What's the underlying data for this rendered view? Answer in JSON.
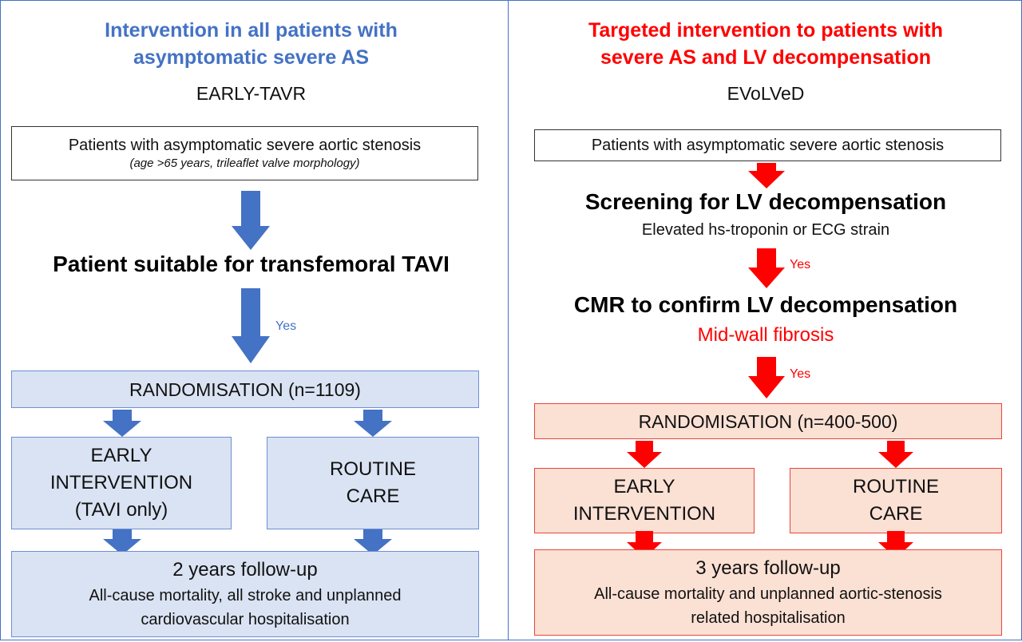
{
  "left": {
    "header": "Intervention in all patients with asymptomatic severe AS",
    "trial": "EARLY-TAVR",
    "population": "Patients with asymptomatic severe aortic stenosis",
    "population_note": "(age >65 years, trileaflet valve morphology)",
    "suitability": "Patient suitable for transfemoral TAVI",
    "yes": "Yes",
    "randomisation": "RANDOMISATION (n=1109)",
    "early_line1": "EARLY",
    "early_line2": "INTERVENTION",
    "early_line3": "(TAVI only)",
    "routine_line1": "ROUTINE",
    "routine_line2": "CARE",
    "followup_title": "2 years follow-up",
    "followup_line1": "All-cause mortality, all stroke and unplanned",
    "followup_line2": "cardiovascular hospitalisation",
    "color": "#4472c4"
  },
  "right": {
    "header": "Targeted intervention to patients with severe AS and LV decompensation",
    "trial": "EVoLVeD",
    "population": "Patients with asymptomatic severe aortic stenosis",
    "screening": "Screening for LV decompensation",
    "screening_sub": "Elevated hs-troponin or ECG strain",
    "yes1": "Yes",
    "cmr": "CMR to confirm LV decompensation",
    "cmr_sub": "Mid-wall fibrosis",
    "yes2": "Yes",
    "randomisation": "RANDOMISATION (n=400-500)",
    "early_line1": "EARLY",
    "early_line2": "INTERVENTION",
    "routine_line1": "ROUTINE",
    "routine_line2": "CARE",
    "followup_title": "3 years follow-up",
    "followup_line1": "All-cause mortality and unplanned aortic-stenosis",
    "followup_line2": "related hospitalisation",
    "color": "#ff0000"
  }
}
